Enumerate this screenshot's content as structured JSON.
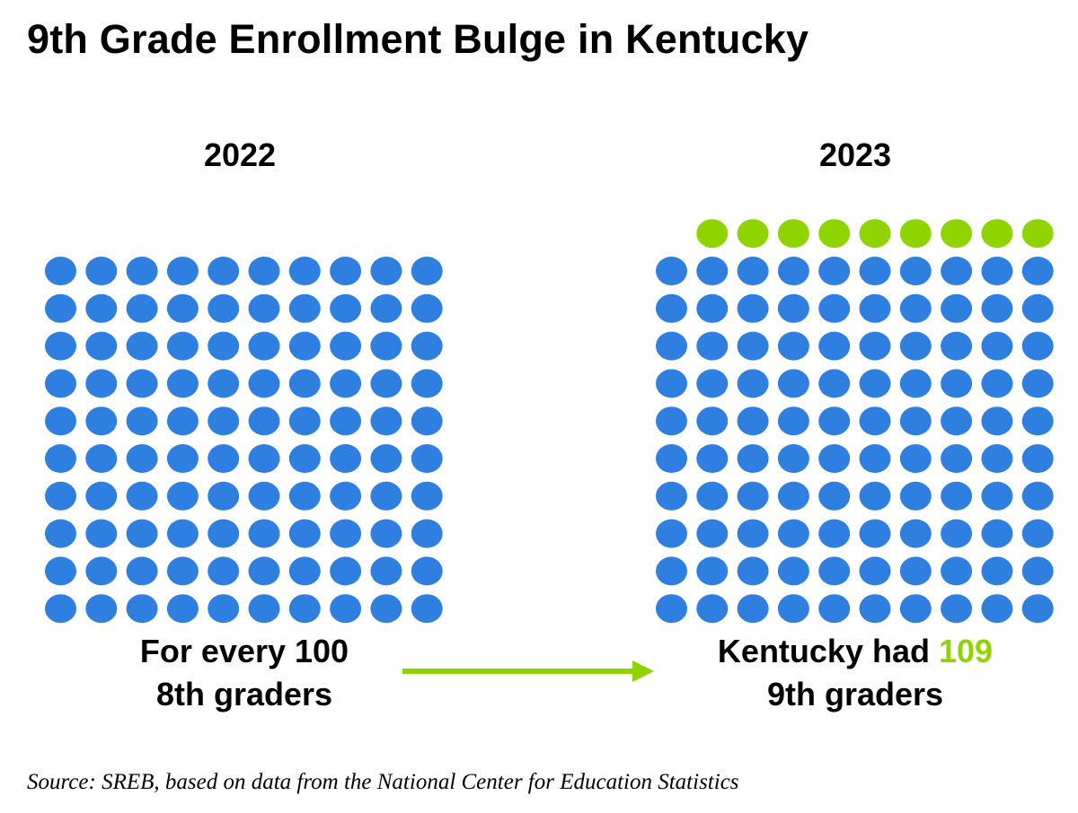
{
  "title": "9th Grade Enrollment Bulge in Kentucky",
  "colors": {
    "base_dot": "#2f7fe0",
    "extra_dot": "#8fd400",
    "arrow": "#8fd400"
  },
  "chart_data": {
    "type": "waffle",
    "title": "9th Grade Enrollment Bulge in Kentucky",
    "panels": [
      {
        "label": "2022",
        "base_count": 100,
        "extra_count": 0,
        "caption_line1": "For every 100",
        "caption_line2": "8th graders"
      },
      {
        "label": "2023",
        "base_count": 100,
        "extra_count": 9,
        "caption_line1_prefix": "Kentucky had ",
        "caption_value": "109",
        "caption_line2": "9th graders"
      }
    ],
    "source": "Source: SREB, based on data from the National Center for Education Statistics"
  }
}
